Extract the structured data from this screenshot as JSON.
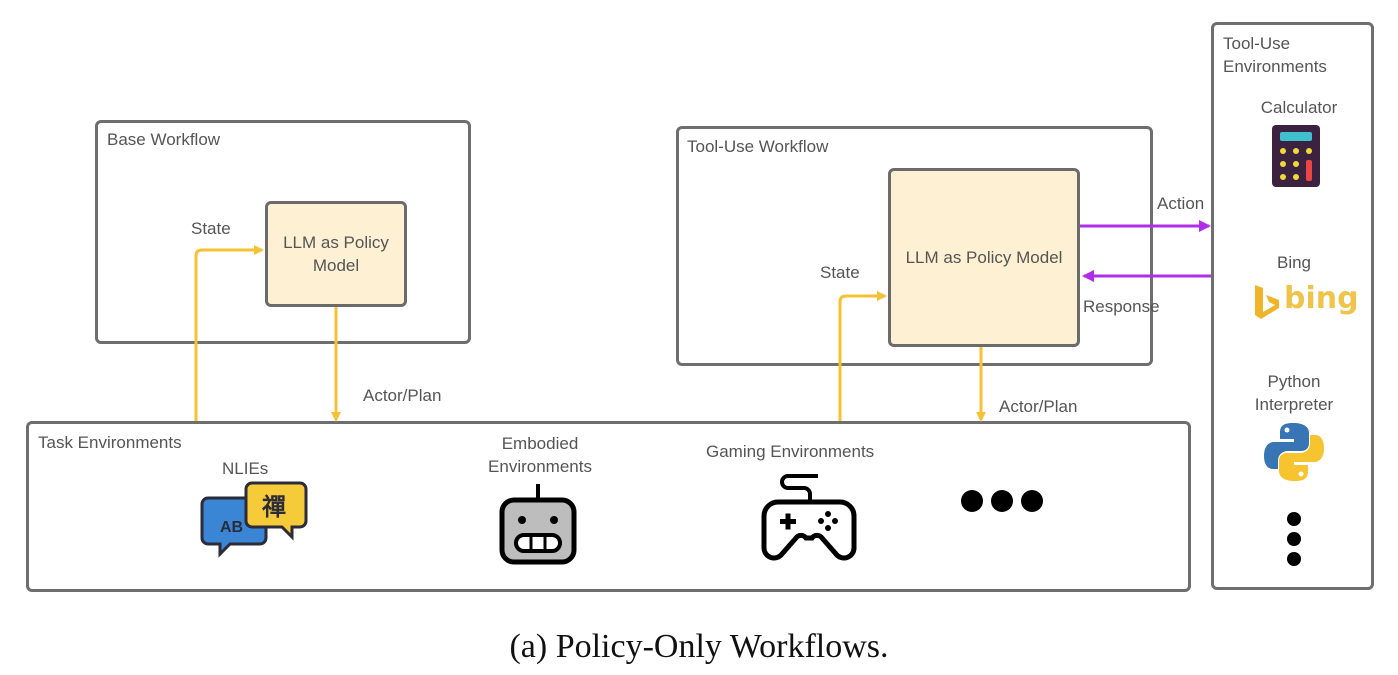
{
  "base_workflow": {
    "title": "Base Workflow",
    "policy_model": "LLM as Policy\nModel",
    "state_label": "State",
    "action_label": "Actor/Plan"
  },
  "tool_use_workflow": {
    "title": "Tool-Use Workflow",
    "policy_model": "LLM as Policy Model",
    "state_label": "State",
    "action_label": "Actor/Plan",
    "tool_action_label": "Action",
    "tool_response_label": "Response"
  },
  "task_environments": {
    "title": "Task Environments",
    "items": [
      {
        "label": "NLIEs",
        "icon": "translate-bubbles-icon"
      },
      {
        "label": "Embodied\nEnvironments",
        "icon": "robot-icon"
      },
      {
        "label": "Gaming Environments",
        "icon": "gamepad-icon"
      },
      {
        "label": "",
        "icon": "more-horizontal-icon"
      }
    ]
  },
  "tool_use_environments": {
    "title": "Tool-Use\nEnvironments",
    "items": [
      {
        "label": "Calculator",
        "icon": "calculator-icon"
      },
      {
        "label": "Bing",
        "icon": "bing-logo-icon",
        "logo_text": "bing"
      },
      {
        "label": "Python\nInterpreter",
        "icon": "python-icon"
      },
      {
        "label": "",
        "icon": "more-vertical-icon"
      }
    ]
  },
  "nlie_icon_text": {
    "left": "AB",
    "right": "禪"
  },
  "colors": {
    "state_arrow": "#f5c233",
    "tool_arrow": "#b02ee6",
    "policy_fill": "#fdf0d3",
    "border": "#6e6e6e"
  },
  "caption": "(a) Policy-Only Workflows."
}
